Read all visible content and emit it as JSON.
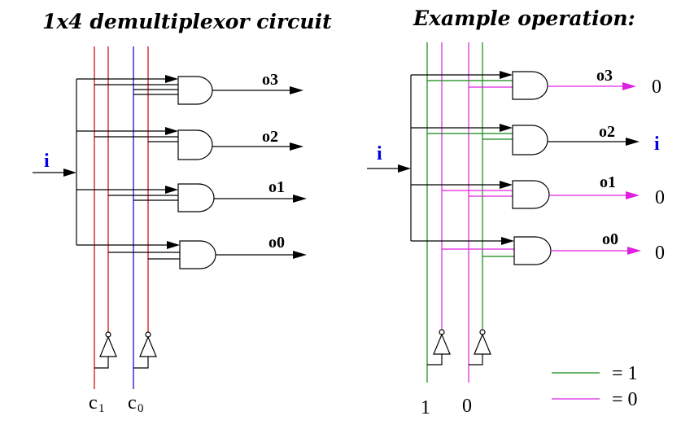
{
  "left": {
    "title": "1x4 demultiplexor circuit",
    "input_label": "i",
    "outputs": [
      "o3",
      "o2",
      "o1",
      "o0"
    ],
    "select_labels": {
      "c1": "c",
      "c1_sub": "1",
      "c0": "c",
      "c0_sub": "0"
    },
    "colors": {
      "c1_wire": "#cc0000",
      "c0_wire": "#0000cc",
      "inverted_wire": "#cc0000"
    }
  },
  "right": {
    "title": "Example operation:",
    "input_label": "i",
    "outputs": [
      "o3",
      "o2",
      "o1",
      "o0"
    ],
    "output_values": [
      "0",
      "i",
      "0",
      "0"
    ],
    "select_values": [
      "1",
      "0"
    ],
    "colors": {
      "one": "#118811",
      "zero": "#e020e0"
    }
  },
  "legend": {
    "one_label": "= 1",
    "zero_label": "= 0"
  }
}
